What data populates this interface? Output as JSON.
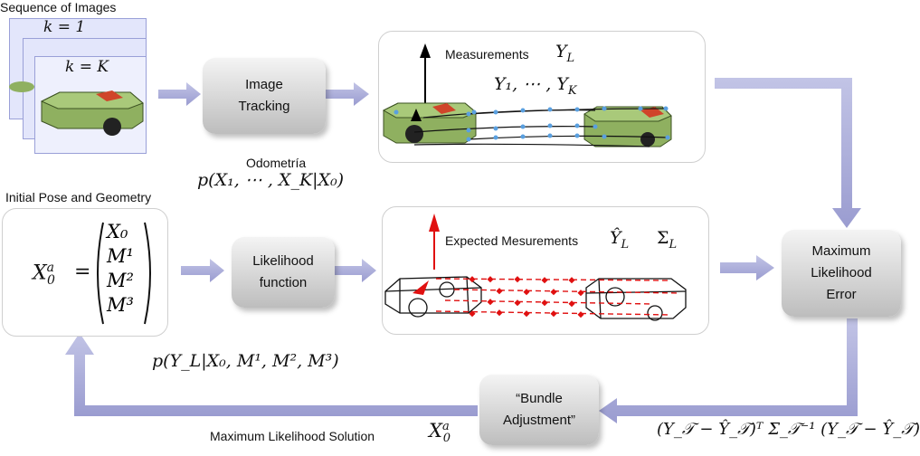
{
  "sequence": {
    "title": "Sequence of Images",
    "frame_first_label": "k = 1",
    "frame_last_label": "k = K"
  },
  "image_tracking": {
    "line1": "Image",
    "line2": "Tracking"
  },
  "measurements": {
    "label": "Measurements",
    "symbol": "Y",
    "symbol_sub": "L",
    "sequence": "Y₁, ⋯ , Y",
    "sequence_sub": "K"
  },
  "odometry": {
    "label": "Odometría",
    "formula": "p(X₁, ⋯ , X_K|X₀)"
  },
  "initial_pose": {
    "title": "Initial Pose and Geometry",
    "lhs": "X",
    "lhs_sup": "a",
    "lhs_sub": "0",
    "equals": "=",
    "entries": [
      "X₀",
      "M¹",
      "M²",
      "M³"
    ]
  },
  "likelihood": {
    "line1": "Likelihood",
    "line2": "function"
  },
  "expected": {
    "label": "Expected Mesurements",
    "symbol": "Ŷ",
    "symbol_sub": "L",
    "sigma": "Σ",
    "sigma_sub": "L"
  },
  "mle": {
    "line1": "Maximum",
    "line2": "Likelihood",
    "line3": "Error"
  },
  "likelihood_formula": "p(Y_L|X₀, M¹, M², M³)",
  "bundle": {
    "line1": "“Bundle",
    "line2": "Adjustment”"
  },
  "error_formula": "(Y_𝒯 − Ŷ_𝒯)ᵀ Σ_𝒯⁻¹ (Y_𝒯 − Ŷ_𝒯)",
  "solution": {
    "label": "Maximum Likelihood Solution",
    "symbol": "X",
    "symbol_sup": "a",
    "symbol_sub": "0"
  },
  "colors": {
    "arrow": "#a9abd6",
    "robot_body": "#8fb060",
    "robot_dark": "#4e6b2c",
    "marker_red": "#e01010",
    "point_blue": "#5aa0e0"
  }
}
